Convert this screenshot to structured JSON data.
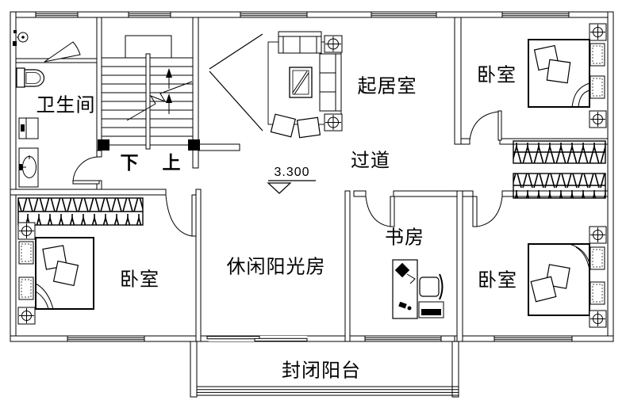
{
  "colors": {
    "line": "#000000",
    "background": "#ffffff"
  },
  "labels": {
    "bathroom": "卫生间",
    "living_room": "起居室",
    "bedroom_top_right": "卧室",
    "corridor": "过道",
    "study": "书房",
    "sunroom": "休闲阳光房",
    "bedroom_bottom_left": "卧室",
    "bedroom_bottom_right": "卧室",
    "balcony": "封闭阳台",
    "stair_down": "下",
    "stair_up": "上",
    "elevation": "3.300"
  }
}
